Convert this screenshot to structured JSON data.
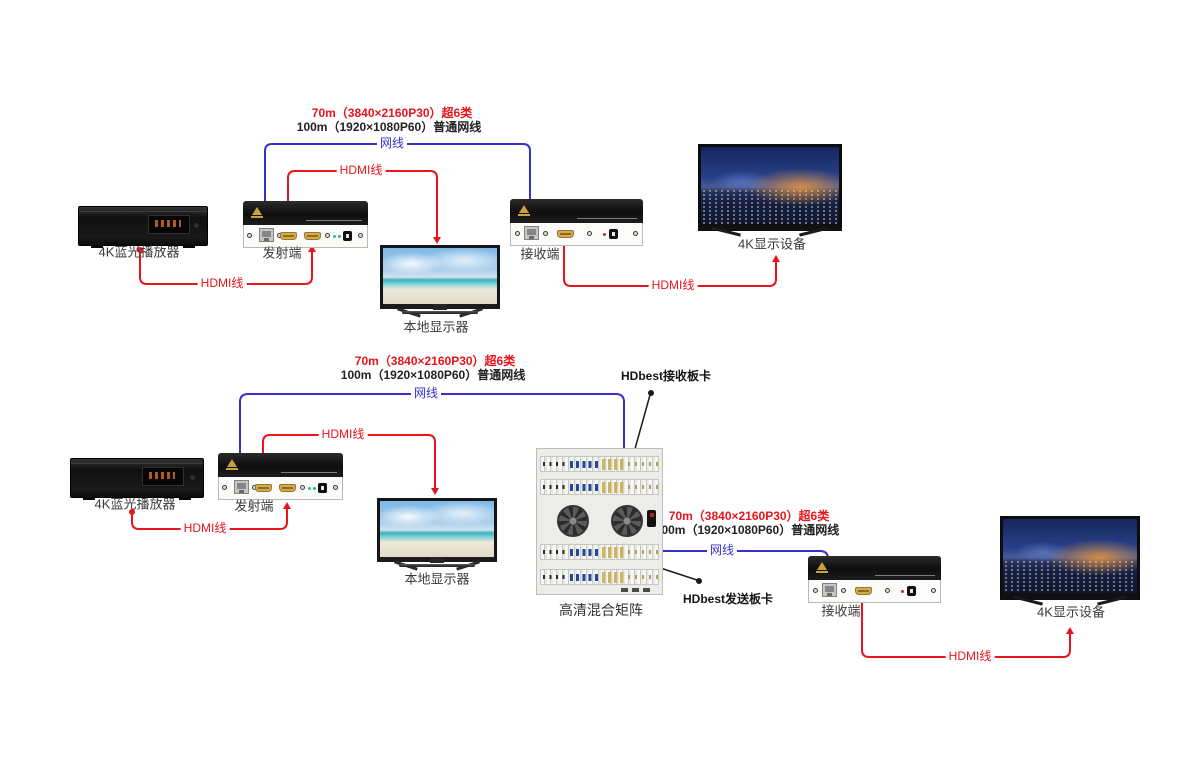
{
  "colors": {
    "cable_red": "#e8151c",
    "cable_blue": "#3530c9",
    "pointer_black": "#1a1a1a",
    "matrix_led_blue": "#24479c",
    "matrix_card_tan": "#c9b468",
    "hdmi_port_gold": "#d6ab4d"
  },
  "specs": {
    "cat6": "70m（3840×2160P30）超6类",
    "normal": "100m（1920×1080P60）普通网线"
  },
  "cables": {
    "network": "网线",
    "hdmi": "HDMI线"
  },
  "devices": {
    "player": "4K蓝光播放器",
    "transmitter": "发射端",
    "receiver": "接收端",
    "local_display": "本地显示器",
    "display_4k": "4K显示设备",
    "matrix": "高清混合矩阵"
  },
  "cards": {
    "receive": "HDbest接收板卡",
    "send": "HDbest发送板卡"
  }
}
